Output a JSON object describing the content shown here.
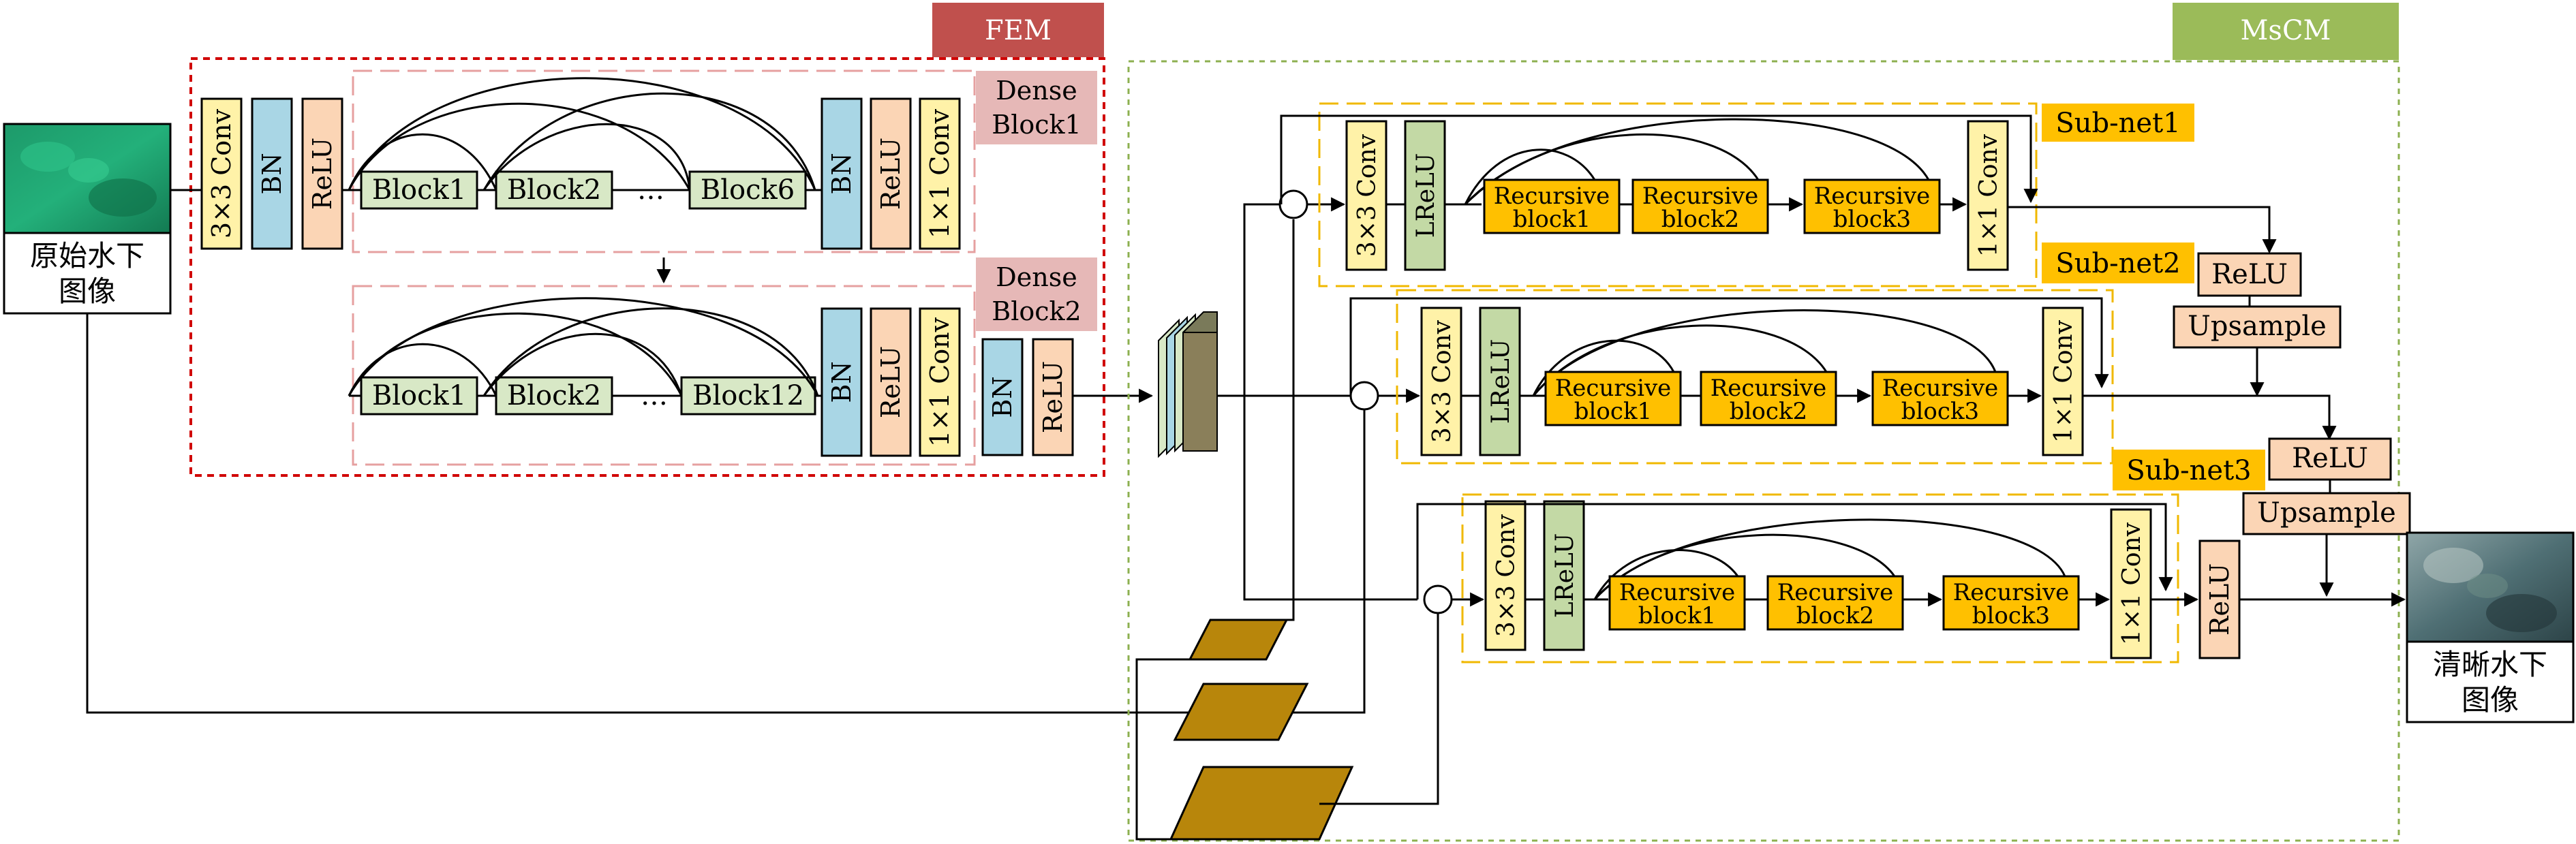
{
  "fem": {
    "title": "FEM",
    "pre_blocks": [
      "3×3 Conv",
      "BN",
      "ReLU"
    ],
    "dense_block1": {
      "label_line1": "Dense",
      "label_line2": "Block1",
      "blocks": [
        "Block1",
        "Block2",
        "Block6"
      ],
      "ellipsis": "…",
      "transition": [
        "BN",
        "ReLU",
        "1×1 Conv"
      ]
    },
    "dense_block2": {
      "label_line1": "Dense",
      "label_line2": "Block2",
      "blocks": [
        "Block1",
        "Block2",
        "Block12"
      ],
      "ellipsis": "…",
      "transition": [
        "BN",
        "ReLU",
        "1×1 Conv"
      ]
    },
    "post_blocks": [
      "BN",
      "ReLU"
    ]
  },
  "msdm": {
    "title": "MsCM",
    "subnets": [
      {
        "label": "Sub-net1",
        "conv_in": "3×3 Conv",
        "act": "LReLU",
        "recursive": [
          [
            "Recursive",
            "block1"
          ],
          [
            "Recursive",
            "block2"
          ],
          [
            "Recursive",
            "block3"
          ]
        ],
        "conv_out": "1×1 Conv"
      },
      {
        "label": "Sub-net2",
        "conv_in": "3×3 Conv",
        "act": "LReLU",
        "recursive": [
          [
            "Recursive",
            "block1"
          ],
          [
            "Recursive",
            "block2"
          ],
          [
            "Recursive",
            "block3"
          ]
        ],
        "conv_out": "1×1 Conv"
      },
      {
        "label": "Sub-net3",
        "conv_in": "3×3 Conv",
        "act": "LReLU",
        "recursive": [
          [
            "Recursive",
            "block1"
          ],
          [
            "Recursive",
            "block2"
          ],
          [
            "Recursive",
            "block3"
          ]
        ],
        "conv_out": "1×1 Conv"
      }
    ],
    "merge1": [
      "ReLU",
      "Upsample"
    ],
    "merge2": [
      "ReLU",
      "Upsample"
    ],
    "final": "ReLU"
  },
  "input_image": {
    "line1": "原始水下",
    "line2": "图像"
  },
  "output_image": {
    "line1": "清晰水下",
    "line2": "图像"
  },
  "colors": {
    "fem_title_bg": "#c0504d",
    "msdm_title_bg": "#9bbb59",
    "conv_yellow": "#fff2a8",
    "bn_blue": "#a9d6e5",
    "relu_peach": "#fbd5b5",
    "block_green": "#d8e8c6",
    "lrelu_green": "#c3d9a5",
    "recursive_orange": "#ffc000",
    "subnet_tag": "#ffc000",
    "dense_tag": "#e6b8b7",
    "fem_border": "#d00000",
    "msdm_border": "#8db050",
    "dense_border": "#e6a0a0",
    "subnet_border": "#f0b800",
    "parallelogram": "#b8860b"
  }
}
